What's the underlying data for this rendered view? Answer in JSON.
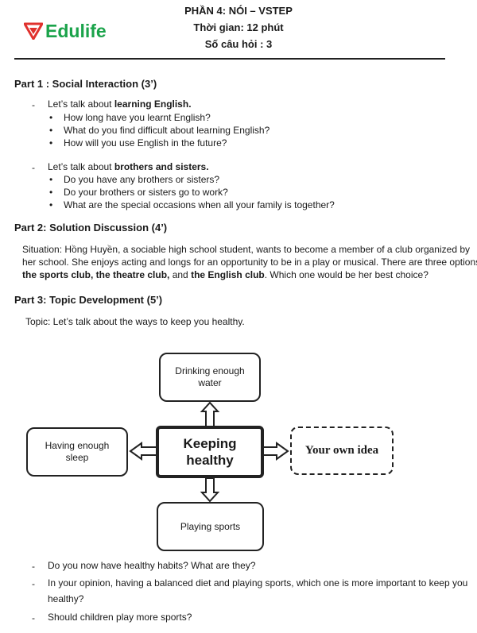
{
  "logo": {
    "brand": "Edulife",
    "color_red": "#e0312d",
    "color_green": "#1aa34a"
  },
  "header": {
    "title": "PHẦN 4: NÓI – VSTEP",
    "time": "Thời gian: 12 phút",
    "count": "Số câu hỏi : 3"
  },
  "part1": {
    "heading": "Part 1 : Social Interaction (3’)",
    "topic1": {
      "prefix": "Let’s talk about ",
      "bold": "learning English.",
      "items": [
        "How long have you learnt English?",
        "What do you find difficult about learning English?",
        "How will you use English in the future?"
      ]
    },
    "topic2": {
      "prefix": "Let’s talk about ",
      "bold": "brothers and sisters.",
      "items": [
        "Do you have any brothers or sisters?",
        "Do your brothers or sisters go to work?",
        "What are the special occasions when all your family is together?"
      ]
    }
  },
  "part2": {
    "heading": "Part 2: Solution Discussion (4’)",
    "line1": "Situation: Hồng Huyền, a sociable high school student, wants to become a member of a club organized by",
    "line2": "her school. She enjoys acting and longs for an opportunity to be in a play or musical. There are three options:",
    "opt1": "the sports club, the theatre club,",
    "and": " and ",
    "opt2": "the English club",
    "tail": ". Which one would be her best choice?"
  },
  "part3": {
    "heading": "Part 3: Topic Development (5’)",
    "topic": "Topic: Let’s talk about the ways to keep you healthy.",
    "diagram": {
      "center_line1": "Keeping",
      "center_line2": "healthy",
      "top_line1": "Drinking enough",
      "top_line2": "water",
      "left_line1": "Having enough",
      "left_line2": "sleep",
      "right": "Your own idea",
      "bottom": "Playing sports"
    },
    "questions": [
      "Do you now have healthy habits? What are they?",
      "In your opinion, having a balanced diet and playing sports, which one is more important to keep you",
      "healthy?",
      "Should children play more sports?"
    ]
  }
}
